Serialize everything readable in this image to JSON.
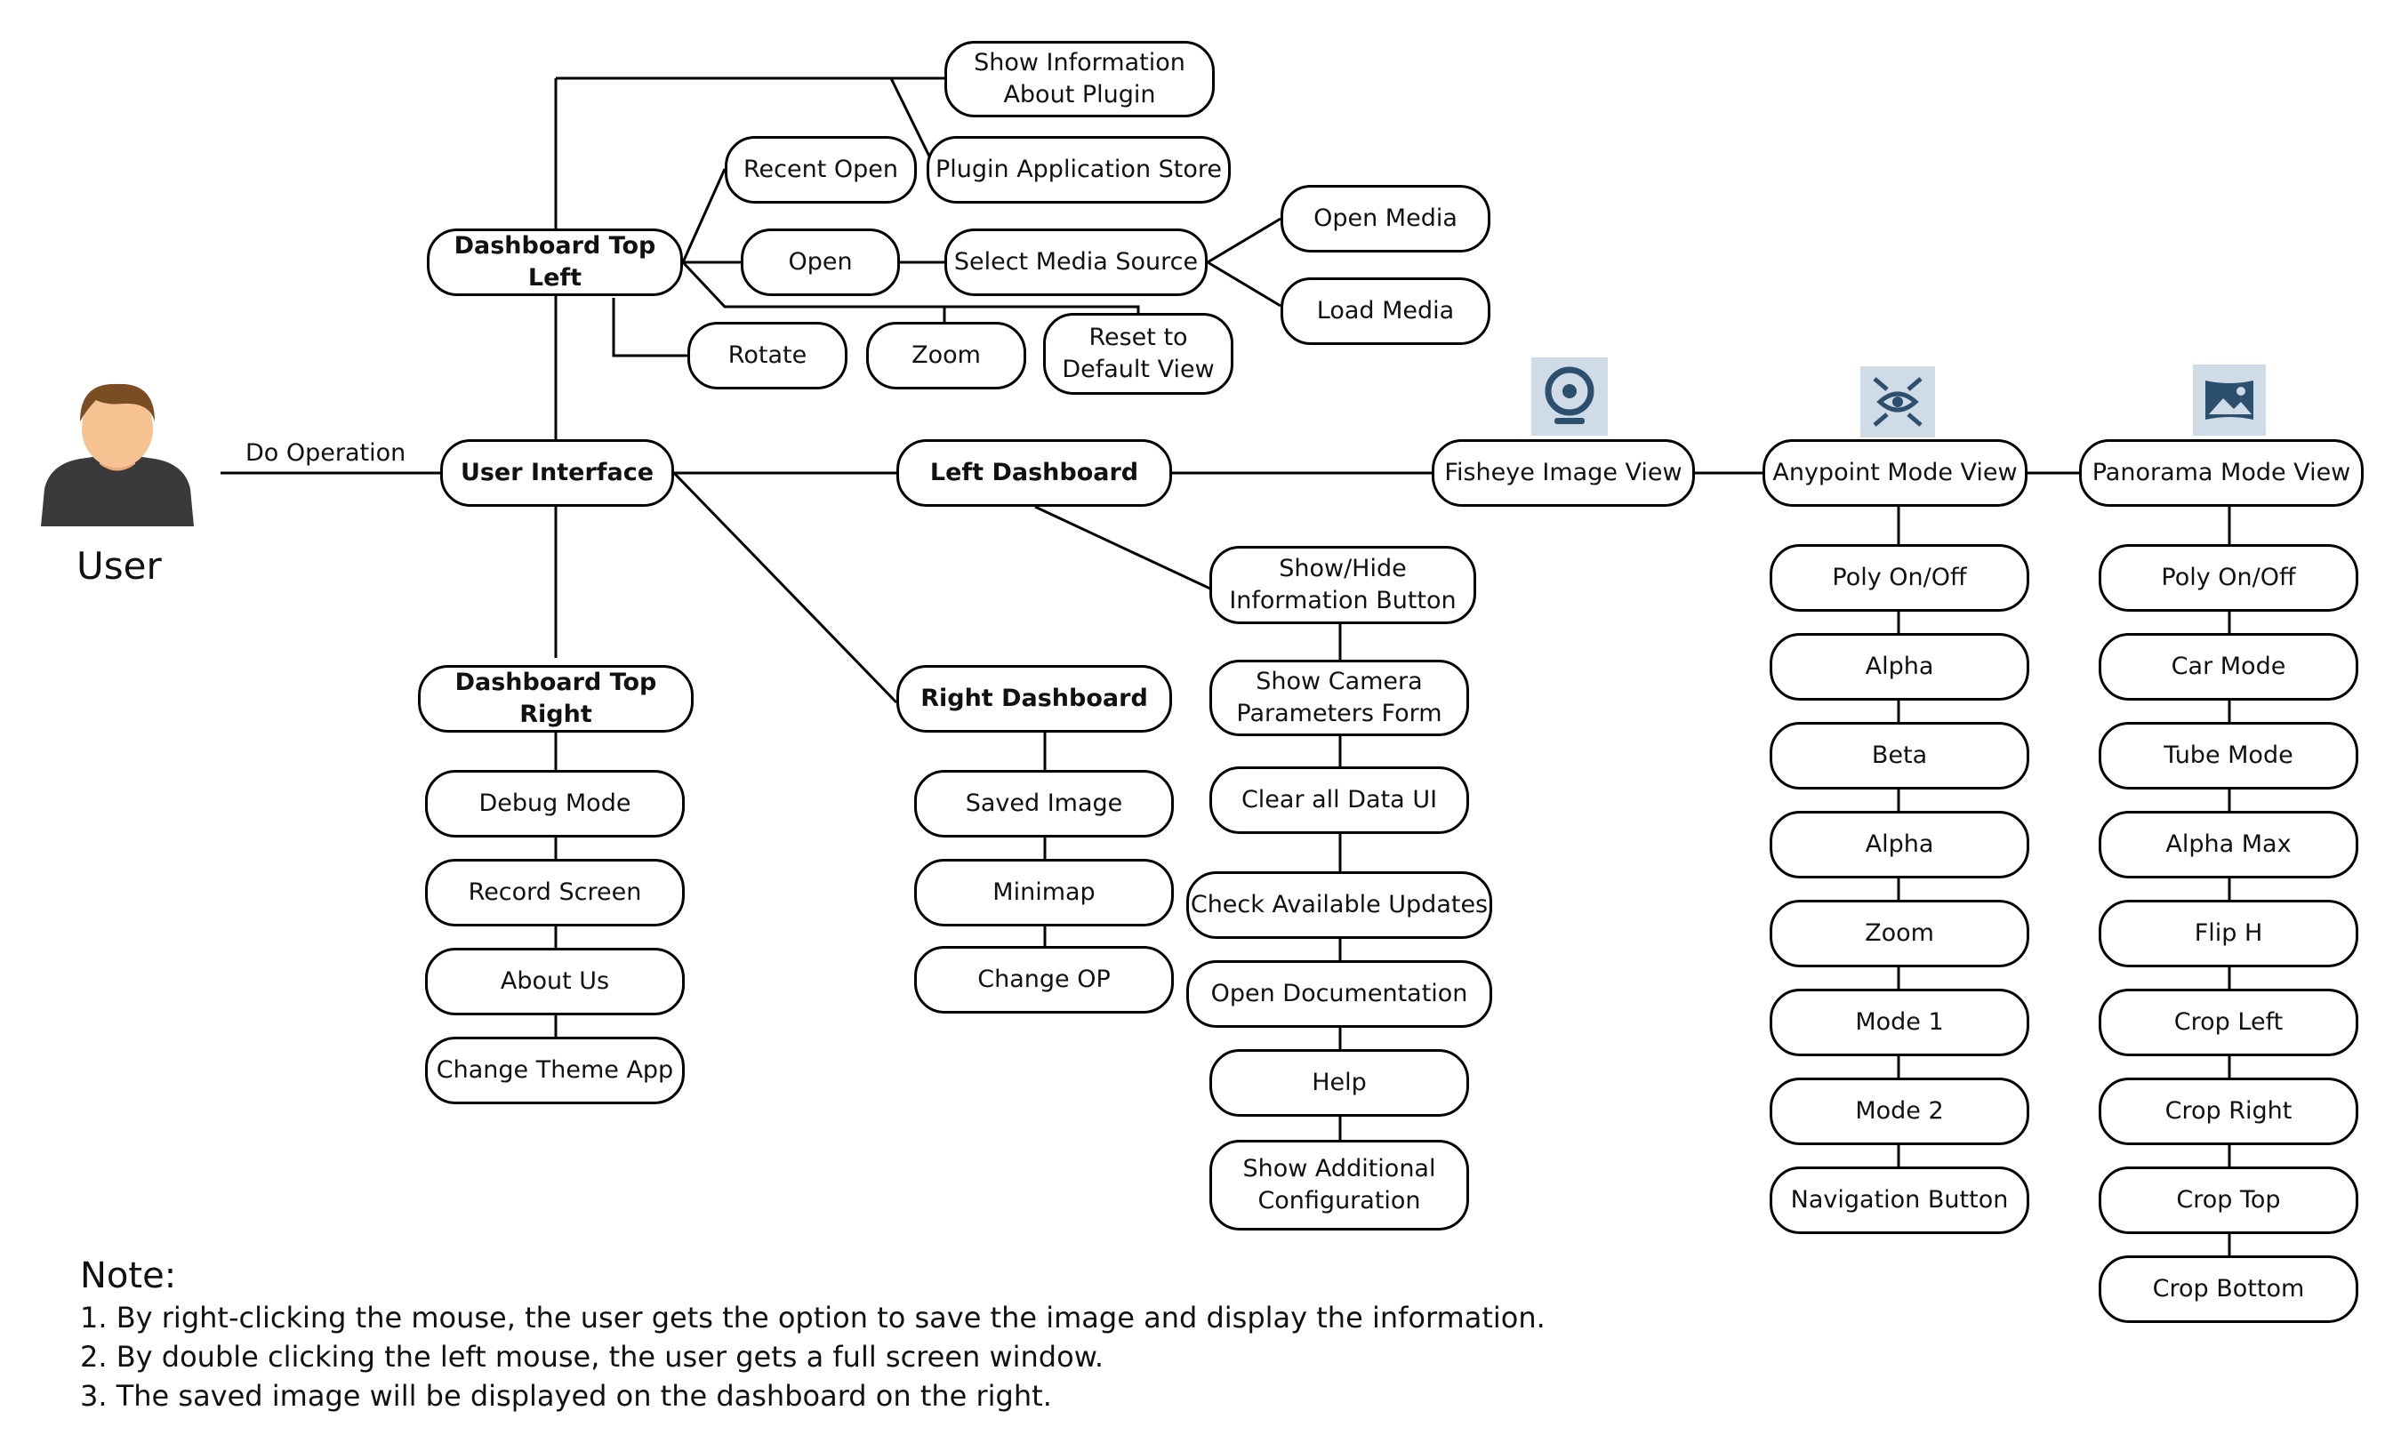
{
  "user": {
    "label": "User"
  },
  "edge_label": "Do Operation",
  "nodes": {
    "user_interface": "User Interface",
    "dashboard_top_left": "Dashboard Top Left",
    "show_info_plugin": "Show Information\nAbout Plugin",
    "plugin_store": "Plugin Application Store",
    "recent_open": "Recent Open",
    "open": "Open",
    "select_media_source": "Select Media Source",
    "open_media": "Open Media",
    "load_media": "Load Media",
    "rotate": "Rotate",
    "zoom": "Zoom",
    "reset_view": "Reset to\nDefault View",
    "left_dashboard": "Left Dashboard",
    "right_dashboard": "Right Dashboard",
    "dashboard_top_right": "Dashboard Top Right",
    "fisheye_view": "Fisheye Image View",
    "anypoint_view": "Anypoint Mode View",
    "panorama_view": "Panorama Mode View"
  },
  "top_right_items": [
    "Debug Mode",
    "Record Screen",
    "About Us",
    "Change Theme App"
  ],
  "right_dashboard_items": [
    "Saved Image",
    "Minimap",
    "Change OP"
  ],
  "left_dashboard_items": [
    "Show/Hide\nInformation Button",
    "Show Camera\nParameters Form",
    "Clear all Data UI",
    "Check Available Updates",
    "Open Documentation",
    "Help",
    "Show Additional\nConfiguration"
  ],
  "anypoint_items": [
    "Poly On/Off",
    "Alpha",
    "Beta",
    "Alpha",
    "Zoom",
    "Mode 1",
    "Mode 2",
    "Navigation Button"
  ],
  "panorama_items": [
    "Poly On/Off",
    "Car Mode",
    "Tube Mode",
    "Alpha Max",
    "Flip H",
    "Crop Left",
    "Crop Right",
    "Crop Top",
    "Crop Bottom"
  ],
  "icons": {
    "fisheye": "fisheye-camera-icon",
    "anypoint": "anypoint-eye-icon",
    "panorama": "panorama-image-icon"
  },
  "colors": {
    "line": "#000000",
    "icon_bg": "#cfdbe6",
    "icon_fg": "#2d4f6e"
  },
  "notes": {
    "title": "Note:",
    "lines": [
      "1.  By right-clicking the mouse, the user gets the option to save the image and display the information.",
      "2. By double clicking the left mouse, the user gets a full screen window.",
      "3. The saved image will be displayed on the dashboard on the right."
    ]
  }
}
